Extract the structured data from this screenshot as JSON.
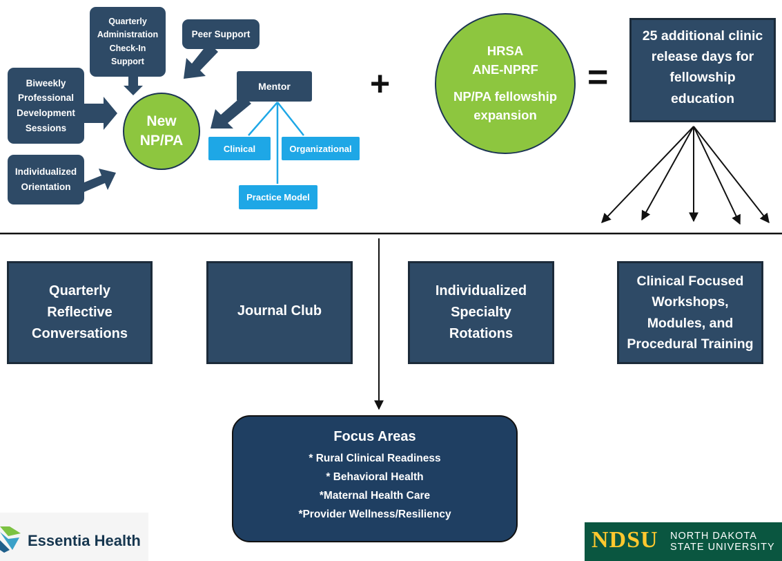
{
  "top_left": {
    "center": [
      "New",
      "NP/PA"
    ],
    "quarterly_admin": [
      "Quarterly",
      "Administration",
      "Check-In",
      "Support"
    ],
    "peer_support": "Peer Support",
    "biweekly": [
      "Biweekly",
      "Professional",
      "Development",
      "Sessions"
    ],
    "orientation": [
      "Individualized",
      "Orientation"
    ],
    "mentor": "Mentor",
    "mentor_branches": {
      "clinical": "Clinical",
      "organizational": "Organizational",
      "practice_model": "Practice Model"
    }
  },
  "equation": {
    "plus": "+",
    "hrsa": [
      "HRSA",
      "ANE-NPRF",
      "",
      "NP/PA fellowship",
      "expansion"
    ],
    "equals": "=",
    "result": [
      "25 additional clinic",
      "release days for",
      "fellowship education"
    ]
  },
  "components": [
    {
      "lines": [
        "Quarterly",
        "Reflective",
        "Conversations"
      ]
    },
    {
      "lines": [
        "Journal Club"
      ]
    },
    {
      "lines": [
        "Individualized",
        "Specialty",
        "Rotations"
      ]
    },
    {
      "lines": [
        "Clinical Focused",
        "Workshops,",
        "Modules, and",
        "Procedural Training"
      ]
    }
  ],
  "focus": {
    "title": "Focus Areas",
    "items": [
      "* Rural Clinical Readiness",
      "* Behavioral Health",
      "*Maternal Health Care",
      "*Provider Wellness/Resiliency"
    ]
  },
  "logos": {
    "essentia": "Essentia Health",
    "ndsu": "NDSU",
    "ndsu_line1": "NORTH DAKOTA",
    "ndsu_line2": "STATE UNIVERSITY"
  },
  "colors": {
    "navy": "#2e4a66",
    "green": "#8dc63f",
    "light_blue": "#1ea7e6",
    "ndsu_green": "#0a5640",
    "ndsu_yellow": "#ffc82e"
  }
}
